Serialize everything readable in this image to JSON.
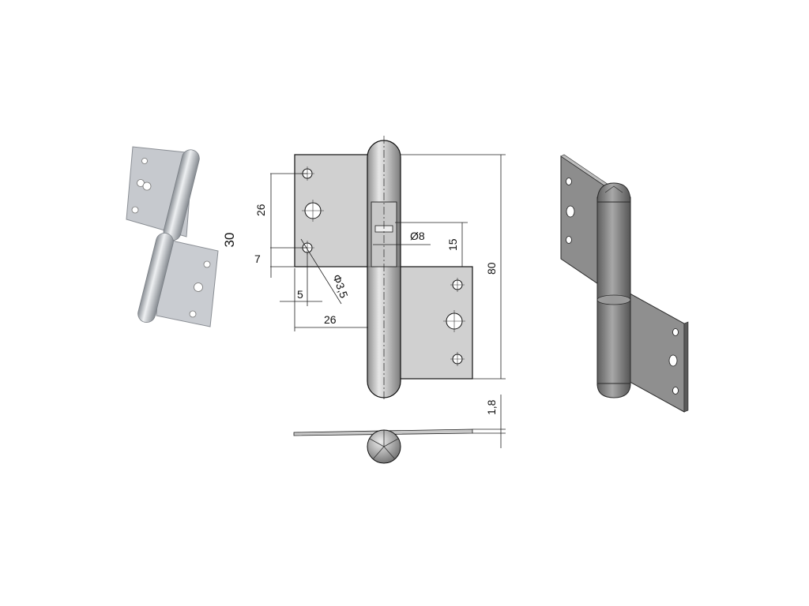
{
  "figure": {
    "photo_label": "hinge-photo",
    "drawing_label": "technical-drawing",
    "render_label": "3d-render"
  },
  "dimensions": {
    "hole_pitch_upper": "26",
    "side_30": "30",
    "edge_7": "7",
    "pin_diameter": "Ø8",
    "hole_diameter": "Φ3,5",
    "hole_offset": "5",
    "leaf_width": "26",
    "knuckle_15": "15",
    "total_height": "80",
    "thickness": "1,8"
  },
  "colors": {
    "leaf_fill": "#cfcfcf",
    "pin_fill": "#b8b8b8",
    "render_dark": "#7d7d7d",
    "render_leaf": "#8e8e8e",
    "photo_metal": "#c9ccd0"
  }
}
